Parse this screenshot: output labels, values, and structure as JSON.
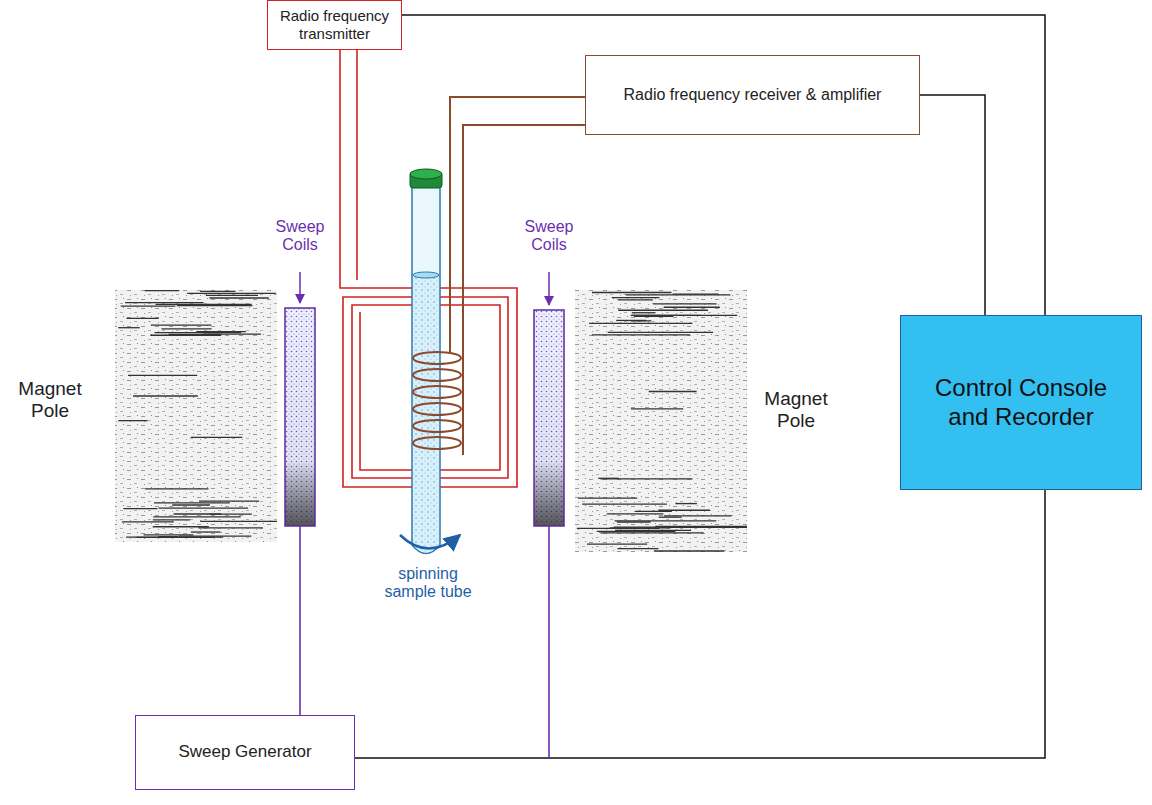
{
  "diagram": {
    "nodes": [
      {
        "text": [
          "Radio frequency transmitter"
        ]
      },
      {
        "text": [
          "Radio frequency receiver & amplifier"
        ]
      },
      {
        "text": [
          "Control Console and Recorder"
        ]
      },
      {
        "text": [
          "Sweep Generator"
        ]
      }
    ],
    "edges": [
      {
        "from": 0,
        "to": 2,
        "arrow": "none"
      },
      {
        "from": 1,
        "to": 2,
        "arrow": "none"
      },
      {
        "from": 3,
        "to": 2,
        "arrow": "none"
      }
    ],
    "labels": [
      "Sweep Coils",
      "Sweep Coils",
      "Magnet Pole",
      "Magnet Pole",
      "spinning sample tube"
    ]
  }
}
